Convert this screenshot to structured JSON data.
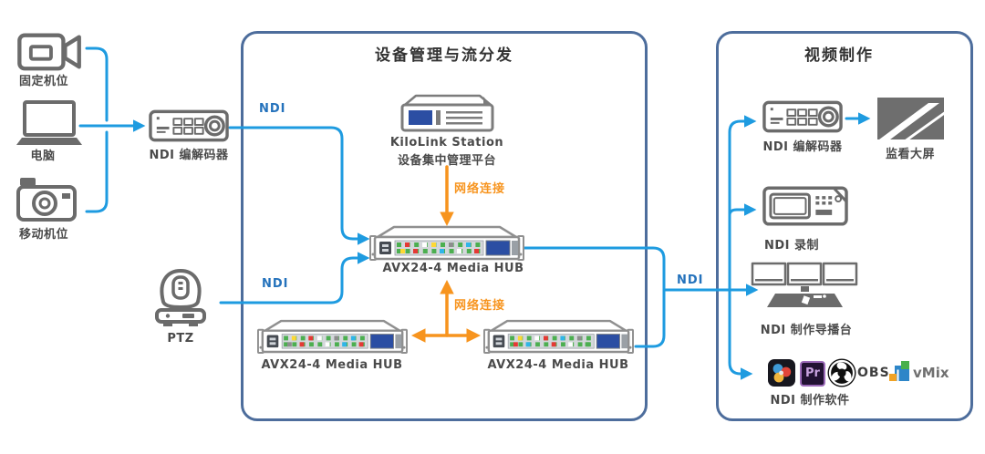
{
  "colors": {
    "line_blue": "#1E9BE0",
    "ndi_blue": "#2472bc",
    "orange": "#F7941E",
    "box_border": "#4d6d9c",
    "icon_gray": "#6b6b6b",
    "label_gray": "#4a4a4a",
    "title_gray": "#333333",
    "screen_blue": "#2b4ea3"
  },
  "sources": {
    "fixed_camera_label": "固定机位",
    "computer_label": "电脑",
    "mobile_camera_label": "移动机位",
    "encoder_label": "NDI 编解码器",
    "ptz_label": "PTZ"
  },
  "connections": {
    "ndi_encoder": "NDI",
    "ndi_ptz": "NDI",
    "ndi_output": "NDI",
    "network_top": "网络连接",
    "network_bottom": "网络连接"
  },
  "management": {
    "title": "设备管理与流分发",
    "kilolink_name": "KiloLink Station",
    "kilolink_desc": "设备集中管理平台",
    "hub_center_label": "AVX24-4 Media HUB",
    "hub_left_label": "AVX24-4 Media HUB",
    "hub_right_label": "AVX24-4 Media HUB"
  },
  "production": {
    "title": "视频制作",
    "encoder_label": "NDI 编解码器",
    "monitor_label": "监看大屏",
    "recorder_label": "NDI 录制",
    "switcher_label": "NDI 制作导播台",
    "software_label": "NDI 制作软件",
    "premiere_text": "Pr",
    "obs_text": "OBS",
    "vmix_text": "vMix"
  }
}
